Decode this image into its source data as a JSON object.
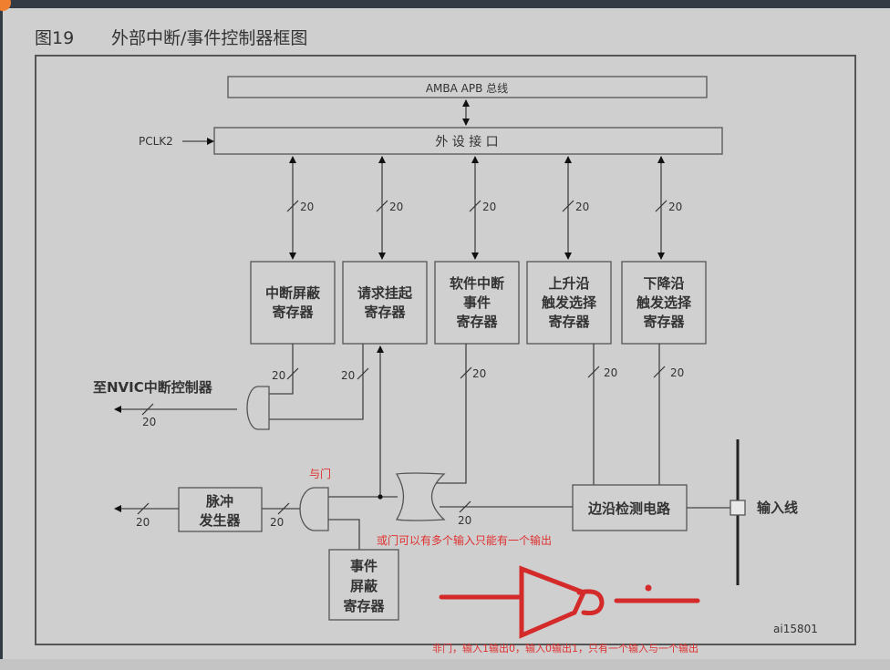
{
  "title": {
    "figure_no": "图19",
    "caption": "外部中断/事件控制器框图"
  },
  "bus": "AMBA APB 总线",
  "clock": "PCLK2",
  "peripheral_interface": "外 设 接 口",
  "bus_width": "20",
  "registers": [
    {
      "lines": [
        "中断屏蔽",
        "寄存器"
      ]
    },
    {
      "lines": [
        "请求挂起",
        "寄存器"
      ]
    },
    {
      "lines": [
        "软件中断",
        "事件",
        "寄存器"
      ]
    },
    {
      "lines": [
        "上升沿",
        "触发选择",
        "寄存器"
      ]
    },
    {
      "lines": [
        "下降沿",
        "触发选择",
        "寄存器"
      ]
    }
  ],
  "nvic_label": "至NVIC中断控制器",
  "pulse_generator": [
    "脉冲",
    "发生器"
  ],
  "event_mask": [
    "事件",
    "屏蔽",
    "寄存器"
  ],
  "edge_detect": "边沿检测电路",
  "input_line": "输入线",
  "figure_id": "ai15801",
  "annotations": {
    "and_gate": "与门",
    "or_gate": "或门可以有多个输入只能有一个输出",
    "not_gate": "非门，输入1输出0，输入0输出1，只有一个输入与一个输出",
    "color": "#e03030"
  }
}
